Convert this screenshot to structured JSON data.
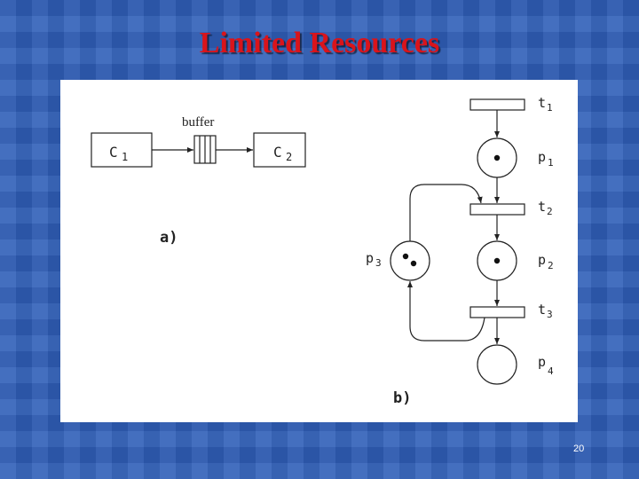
{
  "slide": {
    "title": "Limited Resources",
    "page_number": "20"
  },
  "diagram_a": {
    "label": "a)",
    "buffer_label": "buffer",
    "c1_label": "C",
    "c1_sub": "1",
    "c2_label": "C",
    "c2_sub": "2"
  },
  "diagram_b": {
    "label": "b)",
    "t1": {
      "label": "t",
      "sub": "1"
    },
    "t2": {
      "label": "t",
      "sub": "2"
    },
    "t3": {
      "label": "t",
      "sub": "3"
    },
    "p1": {
      "label": "p",
      "sub": "1",
      "tokens": 1
    },
    "p2": {
      "label": "p",
      "sub": "2",
      "tokens": 1
    },
    "p3": {
      "label": "p",
      "sub": "3",
      "tokens": 2
    },
    "p4": {
      "label": "p",
      "sub": "4",
      "tokens": 0
    }
  }
}
